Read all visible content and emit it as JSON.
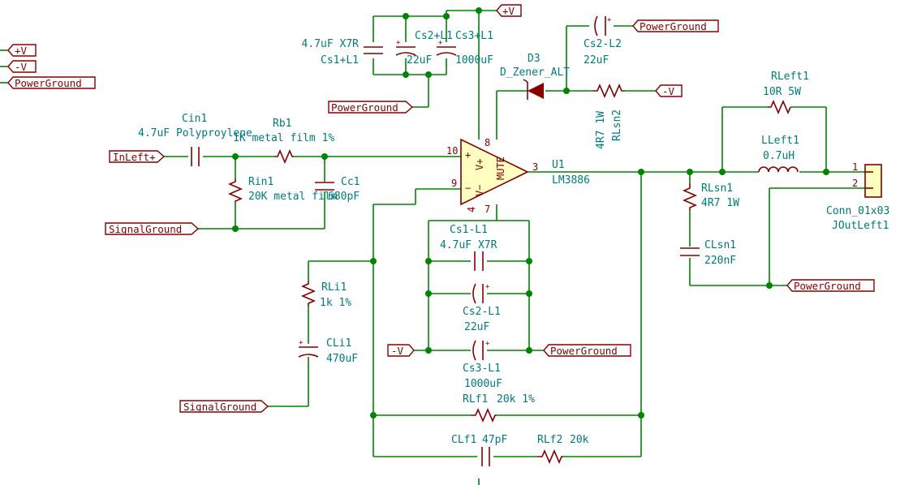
{
  "components": {
    "cs1l1_top": {
      "ref": "Cs1+L1",
      "value": "4.7uF X7R"
    },
    "cs2l1_top": {
      "ref": "Cs2+L1",
      "value": "22uF"
    },
    "cs3l1_top": {
      "ref": "Cs3+L1",
      "value": "1000uF"
    },
    "cs2l2": {
      "ref": "Cs2-L2",
      "value": "22uF"
    },
    "d3": {
      "ref": "D3",
      "value": "D_Zener_ALT"
    },
    "rlsn2": {
      "ref": "RLsn2",
      "value": "4R7 1W"
    },
    "cin1": {
      "ref": "Cin1",
      "value": "4.7uF Polyproylene"
    },
    "rb1": {
      "ref": "Rb1",
      "value": "1K metal film 1%"
    },
    "rin1": {
      "ref": "Rin1",
      "value": "20K metal film"
    },
    "cc1": {
      "ref": "Cc1",
      "value": "680pF"
    },
    "u1": {
      "ref": "U1",
      "value": "LM3886"
    },
    "rleft1": {
      "ref": "RLeft1",
      "value": "10R 5W"
    },
    "lleft1": {
      "ref": "LLeft1",
      "value": "0.7uH"
    },
    "rlsn1": {
      "ref": "RLsn1",
      "value": "4R7 1W"
    },
    "clsn1": {
      "ref": "CLsn1",
      "value": "220nF"
    },
    "conn": {
      "ref": "JOutLeft1",
      "value": "Conn_01x03"
    },
    "cs1l1": {
      "ref": "Cs1-L1",
      "value": "4.7uF X7R"
    },
    "cs2l1": {
      "ref": "Cs2-L1",
      "value": "22uF"
    },
    "cs3l1": {
      "ref": "Cs3-L1",
      "value": "1000uF"
    },
    "rli1": {
      "ref": "RLi1",
      "value": "1k 1%"
    },
    "cli1": {
      "ref": "CLi1",
      "value": "470uF"
    },
    "rlf1": {
      "ref": "RLf1",
      "value": "20k 1%"
    },
    "clf1": {
      "ref": "CLf1",
      "value": "47pF"
    },
    "rlf2": {
      "ref": "RLf2",
      "value": "20k"
    }
  },
  "pins": {
    "u1_in_plus": "10",
    "u1_in_minus": "9",
    "u1_out": "3",
    "u1_vplus": "8",
    "u1_vminus": "7",
    "u1_pin4": "4",
    "u1_plus_sign": "+",
    "u1_minus_sign": "−",
    "u1_vplus_label": "V+",
    "u1_vminus_label": "V−",
    "u1_mute": "MUTE",
    "conn_pin1": "1",
    "conn_pin2": "2"
  },
  "flags": {
    "vplus_left": "+V",
    "vminus_left": "-V",
    "pg_left": "PowerGround",
    "vplus_top": "+V",
    "pg_top": "PowerGround",
    "pg_cs2l2": "PowerGround",
    "vminus_rlsn2": "-V",
    "inleft": "InLeft+",
    "sg_rin": "SignalGround",
    "pg_conn": "PowerGround",
    "vminus_caps": "-V",
    "pg_caps": "PowerGround",
    "sg_cli": "SignalGround"
  },
  "colors": {
    "wire": "#008400",
    "component": "#840000",
    "label_text": "#007b7b",
    "ic_fill": "#ffffc2",
    "background": "#ffffff"
  }
}
